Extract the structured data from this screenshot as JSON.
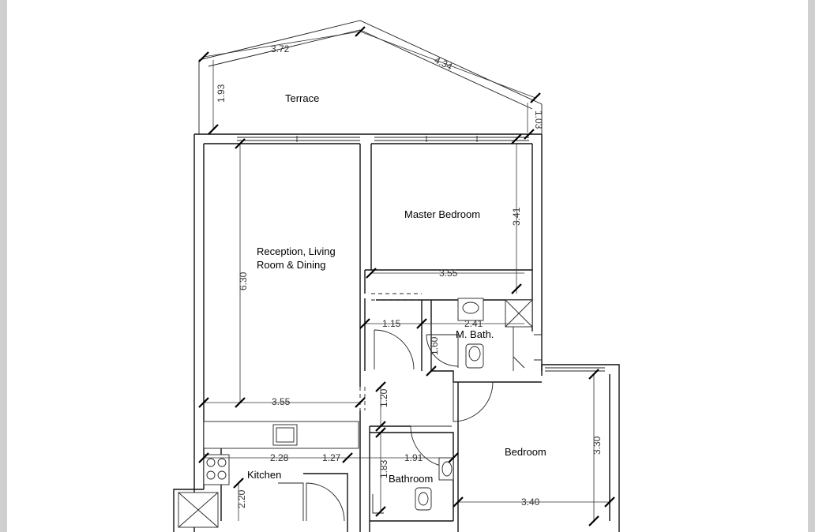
{
  "rooms": {
    "terrace": "Terrace",
    "master_bedroom": "Master Bedroom",
    "reception_line1": "Reception, Living",
    "reception_line2": "Room & Dining",
    "m_bath": "M. Bath.",
    "bedroom": "Bedroom",
    "kitchen": "Kitchen",
    "bathroom": "Bathroom"
  },
  "dimensions": {
    "terrace_width": "3.72",
    "terrace_diagonal": "4.34",
    "terrace_left_depth": "1.93",
    "terrace_right_depth": "1.03",
    "master_height": "3.41",
    "master_width": "3.55",
    "living_height": "6.30",
    "living_width": "3.55",
    "hall_width": "1.15",
    "mbath_width": "2.41",
    "mbath_height": "1.60",
    "hall_gap": "1.20",
    "kitchen_width": "2.28",
    "corridor_width": "1.27",
    "bath_width": "1.91",
    "bath_height": "1.83",
    "kitchen_height": "2.20",
    "bedroom_height": "3.30",
    "bedroom_width": "3.40"
  }
}
